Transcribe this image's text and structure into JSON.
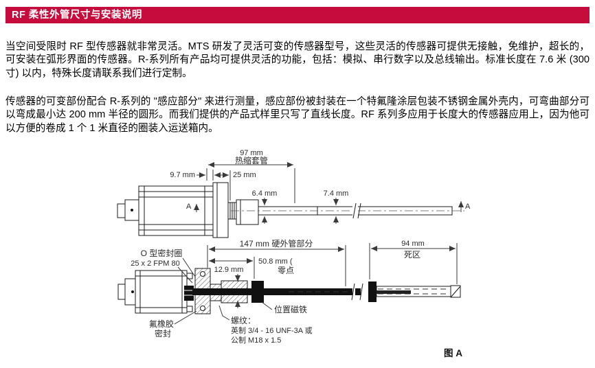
{
  "header": {
    "title": "RF 柔性外管尺寸与安装说明",
    "accent_color": "#c60c3d"
  },
  "paragraphs": [
    "当空间受限时 RF 型传感器就非常灵活。MTS 研发了灵活可变的传感器型号，这些灵活的传感器可提供无接触，免维护，超长的，可安装在弧形界面的传感器。R-系列所有产品均可提供灵活的功能，包括：模拟、串行数字以及总线输出。标准长度在 7.6 米 (300 寸) 以内，特殊长度请联系我们进行定制。",
    "传感器的可变部份配合 R-系列的 \"感应部分\" 来进行测量，感应部份被封装在一个特氟隆涂层包装不锈钢金属外壳内，可弯曲部分可以弯成最小达 200 mm 半径的圆形。而我们提供的产品式样里只写了直线长度。RF 系列多应用于长度大的传感器应用上，因为他可以方便的卷成 1 个 1 米直径的圈装入运送箱内。"
  ],
  "diagram": {
    "top": {
      "dim_97": "97 mm",
      "dim_97_label": "热缩套管",
      "dim_9_7": "9.7 mm",
      "dim_25": "25 mm",
      "dim_6_4": "6.4 mm",
      "dim_7_4": "7.4 mm",
      "section_a_left": "A",
      "section_a_right": "A"
    },
    "bottom": {
      "oring_line1": "O 型密封圈",
      "oring_line2": "25 x 2 FPM 80",
      "dim_147": "147 mm 硬外管部分",
      "dim_50_8_line1": "50.8 mm (",
      "dim_50_8_line2": "零点",
      "dim_12_9": "12.9 mm",
      "dim_94": "94 mm",
      "dim_94_label": "死区",
      "magnet_label": "位置磁铁",
      "seal_line1": "氟橡胶",
      "seal_line2": "密封",
      "thread_line1": "螺纹：",
      "thread_line2": "英制 3/4 - 16 UNF-3A 或",
      "thread_line3": "公制 M18 x 1.5"
    },
    "figure_label": "图 A"
  }
}
